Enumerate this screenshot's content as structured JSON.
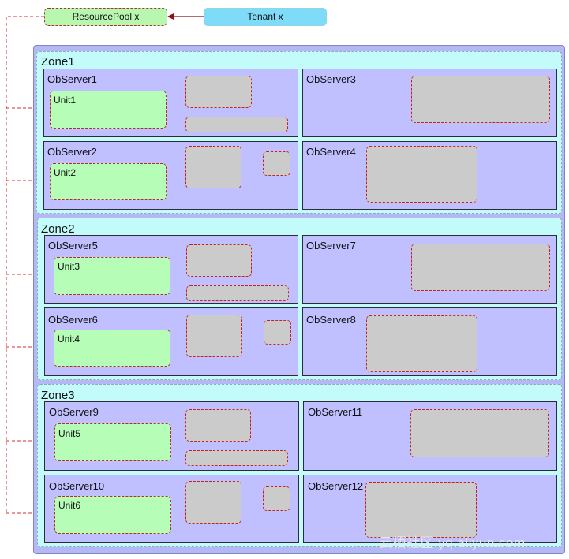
{
  "diagram": {
    "resource_pool": "ResourcePool  x",
    "tenant": "Tenant x",
    "zones": [
      "Zone1",
      "Zone2",
      "Zone3"
    ],
    "servers": [
      "ObServer1",
      "ObServer2",
      "ObServer3",
      "ObServer4",
      "ObServer5",
      "ObServer6",
      "ObServer7",
      "ObServer8",
      "ObServer9",
      "ObServer10",
      "ObServer11",
      "ObServer12"
    ],
    "units": [
      "Unit1",
      "Unit2",
      "Unit3",
      "Unit4",
      "Unit5",
      "Unit6"
    ],
    "watermark": "云栖社区 yq.aliyun.com"
  },
  "colors": {
    "resource_pool": "#b8f7b0",
    "tenant": "#7fdcf8",
    "zone": "#c2fbf9",
    "server": "#c0bfff",
    "unit": "#b6feb7",
    "occupied": "#cbcbcb",
    "link": "#c0202c"
  }
}
